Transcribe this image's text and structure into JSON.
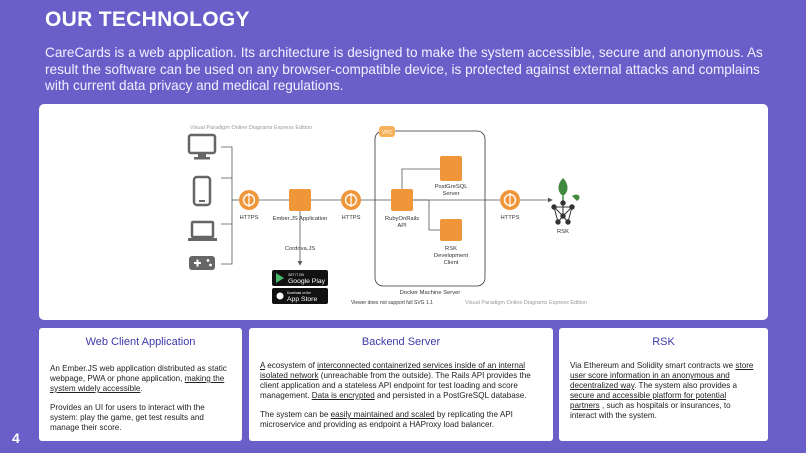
{
  "header": {
    "title": "OUR TECHNOLOGY",
    "intro": "CareCards is a web application. Its architecture is designed to make the system accessible, secure and anonymous. As result the software can be used on any browser-compatible device, is protected against external attacks and complains with current data privacy and medical regulations."
  },
  "diagram": {
    "watermark_top": "Visual Paradigm Online Diagrams Express Edition",
    "watermark_bottom": "Visual Paradigm Online Diagrams Express Edition",
    "svg_note": "Viewer does not support full SVG 1.1",
    "vpc_label": "VPC",
    "https1": "HTTPS",
    "ember": "Ember.JS Application",
    "https2": "HTTPS",
    "ror_line1": "RubyOnRails",
    "ror_line2": "API",
    "pg_line1": "PostGreSQL",
    "pg_line2": "Server",
    "rsk_dev_line1": "RSK",
    "rsk_dev_line2": "Development",
    "rsk_dev_line3": "Client",
    "docker": "Docker Machine Server",
    "https3": "HTTPS",
    "rsk": "RSK",
    "cordova": "Cordova.JS",
    "gplay_small": "GET IT ON",
    "gplay_big": "Google Play",
    "appstore_small": "Download on the",
    "appstore_big": "App Store",
    "colors": {
      "orange": "#f0963a",
      "green": "#3f8a3e",
      "gray": "#7b7b7b"
    }
  },
  "cards": {
    "web": {
      "title": "Web Client Application",
      "p1_a": "An Ember.JS web application distributed as static webpage, PWA or phone application, ",
      "p1_u": "making the system widely accessible",
      "p1_b": ".",
      "p2": "Provides an UI for users to interact with the system: play the game, get test results and manage their score."
    },
    "backend": {
      "title": "Backend Server",
      "p1_u1": "A",
      "p1_a": " ecosystem of ",
      "p1_u2": "interconnected containerized services inside of an internal isolated network",
      "p1_b": " (unreachable from the outside). The Rails API provides the client application and a stateless API endpoint for test loading and score management. ",
      "p1_u3": "Data is encrypted",
      "p1_c": " and persisted in a PostGreSQL database.",
      "p2_a": "The system can be ",
      "p2_u": "easily maintained and scaled",
      "p2_b": " by replicating the API microservice and providing as endpoint a HAProxy load balancer."
    },
    "rsk": {
      "title": "RSK",
      "p1_a": "Via Ethereum and Solidity smart contracts we ",
      "p1_u1": "store user score information in an anonymous and decentralized way",
      "p1_b": ". The system also provides a ",
      "p1_u2": "secure and accessible platform for potential partners",
      "p1_c": " , such as hospitals or insurances, to interact with the system."
    }
  },
  "page_number": "4"
}
